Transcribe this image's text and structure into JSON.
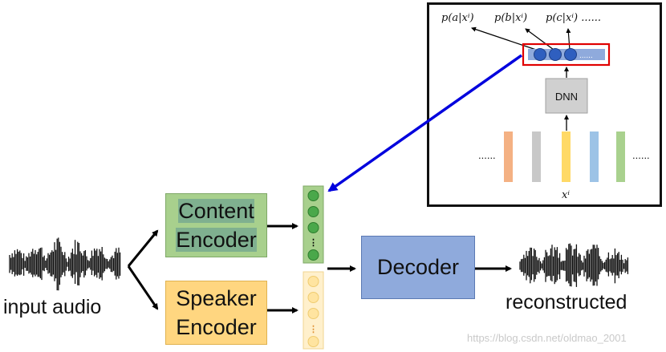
{
  "content_encoder": {
    "line1": "Content",
    "line2": "Encoder"
  },
  "speaker_encoder": {
    "line1": "Speaker",
    "line2": "Encoder"
  },
  "decoder": {
    "label": "Decoder"
  },
  "input_label": "input audio",
  "output_label": "reconstructed",
  "watermark": "https://blog.csdn.net/oldmao_2001",
  "inset": {
    "probs": [
      "p(a|xⁱ)",
      "p(b|xⁱ)",
      "p(c|xⁱ) ......"
    ],
    "dnn_label": "DNN",
    "input_label": "xⁱ",
    "left_dots": "......",
    "right_dots": "......",
    "output_dots": "......"
  },
  "colors": {
    "content": "#a8d08d",
    "speaker": "#ffd680",
    "decoder": "#8faadc",
    "connector": "#0000dd",
    "highlight": "#e00000"
  }
}
